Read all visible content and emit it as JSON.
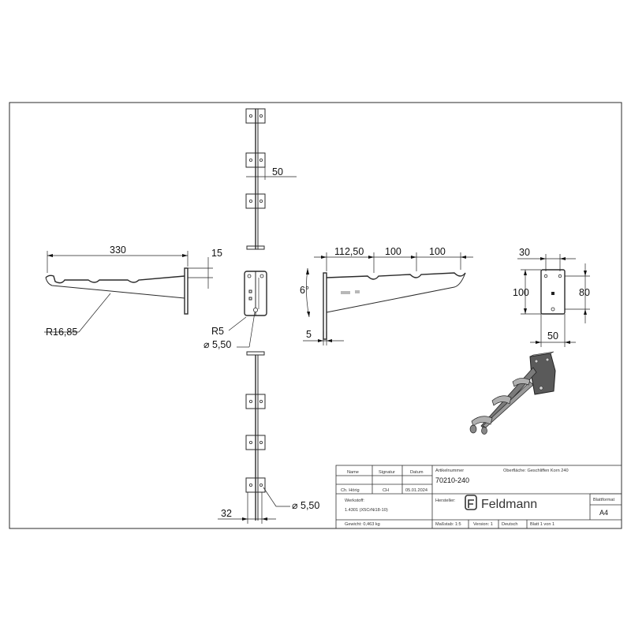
{
  "dimensions": {
    "arm_length": "330",
    "plate_thickness": "15",
    "arm_radius": "R16,85",
    "corner_radius": "R5",
    "hole_diameter_side": "⌀ 5,50",
    "plate_width_top": "50",
    "holder_width_bottom": "32",
    "hole_diameter_bottom": "⌀ 5,50",
    "first_holder": "112,50",
    "holder_spacing_1": "100",
    "holder_spacing_2": "100",
    "angle": "6°",
    "plate_offset": "5",
    "plate_hole_x": "30",
    "plate_height": "100",
    "plate_hole_y": "80",
    "plate_width": "50"
  },
  "title_block": {
    "name_header": "Name",
    "signature_header": "Signatur",
    "date_header": "Datum",
    "drawn_by_label": "Ch. Hörig",
    "signature_value": "CH",
    "date_value": "05.01.2024",
    "article_number_label": "Artikelnummer",
    "article_number": "70210-240",
    "surface_label": "Oberfläche: Geschliffen Korn 240",
    "material_label": "Werkstoff:",
    "material_value": "1.4301 (X5CrNi18-10)",
    "manufacturer_label": "Hersteller:",
    "logo_text": "Feldmann",
    "sheet_format_label": "Blattformat",
    "sheet_format": "A4",
    "weight": "Gewicht: 0,463 kg",
    "scale": "Maßstab: 1:5",
    "version": "Version: 1",
    "language": "Deutsch",
    "sheet": "Blatt 1 von 1"
  }
}
